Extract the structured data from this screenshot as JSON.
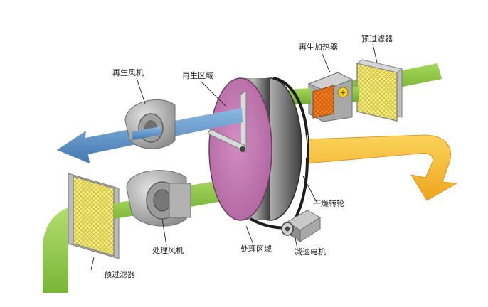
{
  "labels": {
    "regen_fan": "再生风机",
    "regen_zone": "再生区域",
    "regen_heater": "再生加热器",
    "prefilter_top": "预过滤器",
    "desiccant_wheel": "干燥转轮",
    "process_fan": "处理风机",
    "process_zone": "处理区域",
    "gear_motor": "减速电机",
    "prefilter_bottom": "预过滤器"
  },
  "colors": {
    "regen_air": "#76ad35",
    "regen_exhaust": "#5b92c6",
    "process_air": "#8dc63f",
    "dry_air": "#f2b92a",
    "wheel_face": "#bc6fab",
    "heater": "#f47b20",
    "filter": "#f4ec7c"
  }
}
